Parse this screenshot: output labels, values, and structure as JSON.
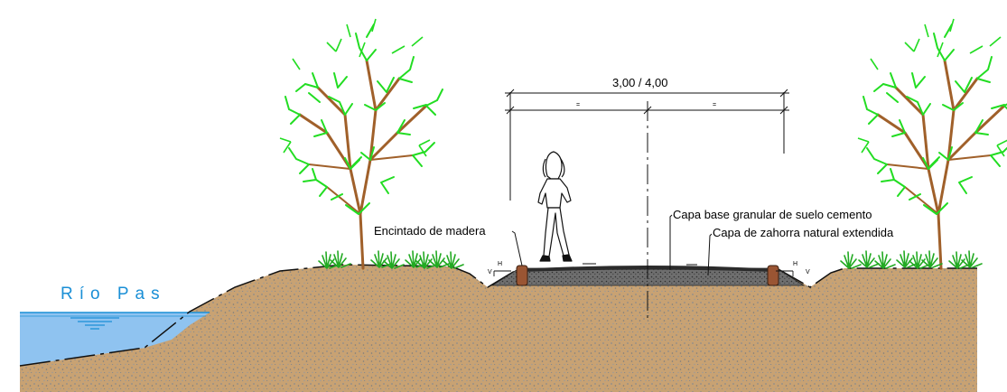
{
  "labels": {
    "river": "Río Pas",
    "total_width": "3,00 / 4,00",
    "half_mark": "=",
    "curb": "Encintado de madera",
    "base_layer": "Capa base granular de suelo cemento",
    "subbase_layer": "Capa de zahorra natural extendida",
    "h_mark": "H",
    "v_mark": "V"
  },
  "colors": {
    "soil": "#c8a273",
    "soil_speckle": "#8c8c8c",
    "water": "#8fc3f0",
    "water_line": "#1a8fd6",
    "foliage": "#22dd22",
    "trunk": "#a0602a",
    "pavement": "#2b2b2b",
    "curb": "#9a5533"
  },
  "icons": [
    "tree-icon",
    "pedestrian-icon",
    "water-level-icon",
    "grass-tuft-icon"
  ]
}
